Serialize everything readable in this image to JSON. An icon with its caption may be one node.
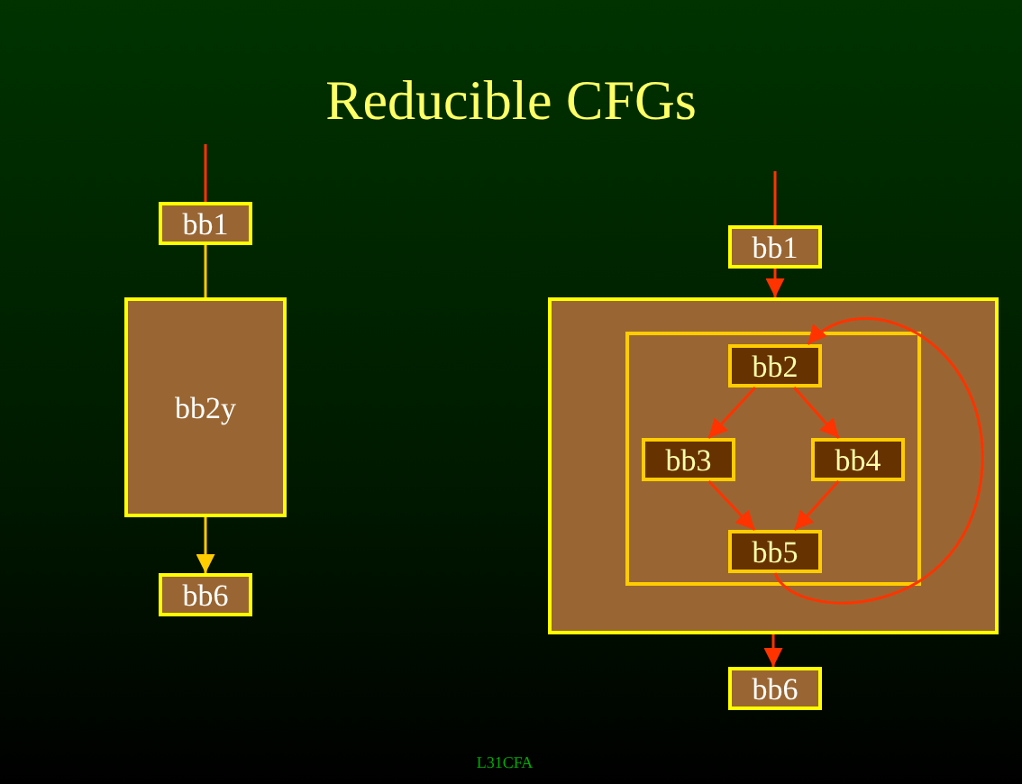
{
  "diagram": {
    "title": "Reducible CFGs",
    "nodes": [
      {
        "text": [
          "bb1"
        ]
      },
      {
        "text": [
          "bb2y"
        ]
      },
      {
        "text": [
          "bb6"
        ]
      },
      {
        "text": [
          "bb1"
        ]
      },
      {
        "text": [],
        "shape": "box"
      },
      {
        "text": [],
        "shape": "box",
        "in": 4
      },
      {
        "text": [
          "bb2"
        ],
        "in": 5
      },
      {
        "text": [
          "bb3"
        ],
        "in": 5
      },
      {
        "text": [
          "bb4"
        ],
        "in": 5
      },
      {
        "text": [
          "bb5"
        ],
        "in": 5
      },
      {
        "text": [
          "bb6"
        ]
      }
    ],
    "edges": [
      {
        "from": null,
        "to": 0,
        "arrow": "none"
      },
      {
        "from": 0,
        "to": 1,
        "arrow": "none",
        "color": "#ffcc00"
      },
      {
        "from": 1,
        "to": 2,
        "arrow": "to",
        "color": "#ffcc00"
      },
      {
        "from": null,
        "to": 3,
        "arrow": "none"
      },
      {
        "from": 3,
        "to": 4,
        "arrow": "to"
      },
      {
        "from": 6,
        "to": 7,
        "arrow": "to"
      },
      {
        "from": 6,
        "to": 8,
        "arrow": "to"
      },
      {
        "from": 7,
        "to": 9,
        "arrow": "to"
      },
      {
        "from": 8,
        "to": 9,
        "arrow": "to"
      },
      {
        "from": 9,
        "to": 6,
        "arrow": "to"
      },
      {
        "from": 4,
        "to": 10,
        "arrow": "to"
      }
    ],
    "labels": [
      "L31CFA"
    ]
  }
}
